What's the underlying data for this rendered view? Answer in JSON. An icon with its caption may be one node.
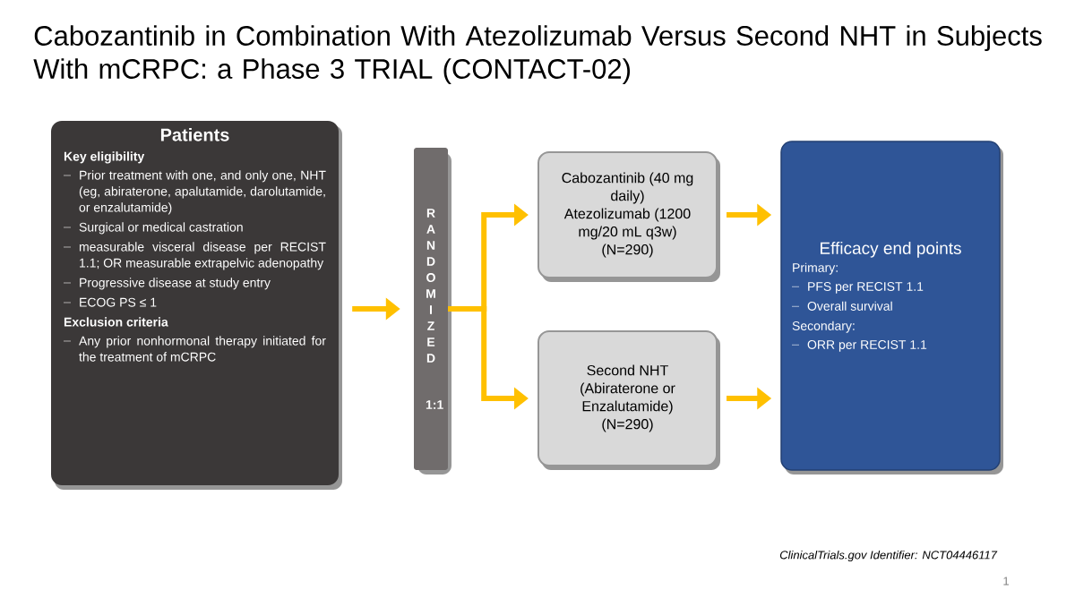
{
  "diagram": {
    "title": "Cabozantinib in Combination With Atezolizumab Versus Second NHT in Subjects With mCRPC: a Phase 3 TRIAL (CONTACT-02)",
    "nodes": [
      {
        "text": [
          "Patients",
          "Key eligibility",
          "Prior treatment with one, and only one, NHT (eg, abiraterone, apalutamide, darolutamide, or enzalutamide)",
          "Surgical or medical castration",
          "measurable visceral disease per RECIST 1.1; OR measurable extrapelvic adenopathy",
          "Progressive disease at study entry",
          "ECOG PS ≤ 1",
          "Exclusion criteria",
          "Any prior nonhormonal therapy initiated for the treatment of mCRPC"
        ]
      },
      {
        "text": [
          "RANDOMIZED",
          "1:1"
        ]
      },
      {
        "text": [
          "Cabozantinib (40 mg daily)",
          "Atezolizumab (1200 mg/20 mL q3w)",
          "(N=290)"
        ]
      },
      {
        "text": [
          "Second NHT (Abiraterone or Enzalutamide)",
          "(N=290)"
        ]
      },
      {
        "text": [
          "Efficacy end points",
          "Primary:",
          "PFS per RECIST 1.1",
          "Overall survival",
          "Secondary:",
          "ORR per RECIST 1.1"
        ]
      }
    ],
    "edges": [
      {
        "from": 0,
        "to": 1,
        "arrow": "to"
      },
      {
        "from": 1,
        "to": 2,
        "arrow": "to"
      },
      {
        "from": 1,
        "to": 3,
        "arrow": "to"
      },
      {
        "from": 2,
        "to": 4,
        "arrow": "to"
      },
      {
        "from": 3,
        "to": 4,
        "arrow": "to"
      }
    ],
    "labels": [
      "ClinicalTrials.gov Identifier: NCT04446117",
      "1"
    ]
  }
}
